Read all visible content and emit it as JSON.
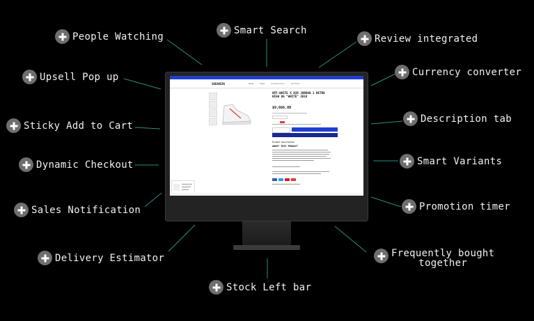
{
  "features": [
    {
      "id": "people-watching",
      "label": "People Watching"
    },
    {
      "id": "smart-search",
      "label": "Smart Search"
    },
    {
      "id": "review-integrated",
      "label": "Review integrated"
    },
    {
      "id": "upsell-popup",
      "label": "Upsell Pop up"
    },
    {
      "id": "currency-converter",
      "label": "Currency converter"
    },
    {
      "id": "sticky-add-to-cart",
      "label": "Sticky Add to Cart"
    },
    {
      "id": "description-tab",
      "label": "Description tab"
    },
    {
      "id": "dynamic-checkout",
      "label": "Dynamic Checkout"
    },
    {
      "id": "smart-variants",
      "label": "Smart Variants"
    },
    {
      "id": "sales-notification",
      "label": "Sales Notification"
    },
    {
      "id": "promotion-timer",
      "label": "Promotion timer"
    },
    {
      "id": "delivery-estimator",
      "label": "Delivery Estimator"
    },
    {
      "id": "frequently-bought-together",
      "label": "Frequently bought",
      "label2": "together"
    },
    {
      "id": "stock-left-bar",
      "label": "Stock Left bar"
    }
  ],
  "store": {
    "brand": "SNEAKERS",
    "nav": [
      "Home",
      "Shop",
      "Collections",
      "Contact"
    ],
    "product_title": "OFF-WHITE X AIR JORDAN 1 RETRO HIGH OG \"WHITE\" 2018",
    "price": "$9,666.00",
    "description_heading": "ABOUT THIS PRODUCT",
    "tab_label": "Product Description",
    "colors": {
      "accent": "#1f3fd0",
      "accent_dark": "#1a2a8f",
      "sale": "#e23b3b",
      "share": [
        "#3b5998",
        "#1da1f2",
        "#cb2027",
        "#e23b3b"
      ]
    }
  }
}
